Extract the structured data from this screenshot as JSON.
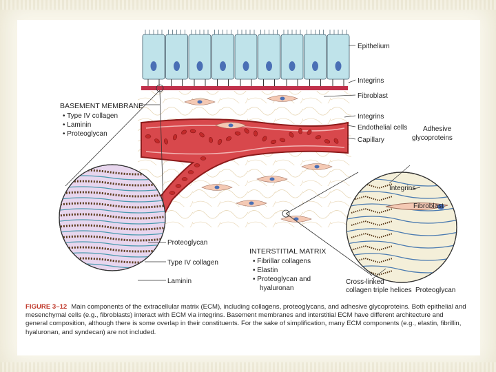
{
  "figure": {
    "labels": {
      "epithelium": "Epithelium",
      "integrins_top": "Integrins",
      "fibroblast_top": "Fibroblast",
      "integrins_mid": "Integrins",
      "endothelial": "Endothelial cells",
      "capillary": "Capillary",
      "adhesive_1": "Adhesive",
      "adhesive_2": "glycoproteins",
      "integrins_zoom": "Integrins",
      "fibroblast_zoom": "Fibroblast",
      "proteoglycan_left": "Proteoglycan",
      "type4_left": "Type IV collagen",
      "laminin_left": "Laminin",
      "crosslinked_1": "Cross-linked",
      "crosslinked_2": "collagen triple helices",
      "proteoglycan_right": "Proteoglycan"
    },
    "basement_membrane": {
      "title": "BASEMENT MEMBRANE",
      "items": [
        "• Type IV collagen",
        "• Laminin",
        "• Proteoglycan"
      ]
    },
    "interstitial_matrix": {
      "title": "INTERSTITIAL MATRIX",
      "items": [
        "• Fibrillar collagens",
        "• Elastin",
        "• Proteoglycan and",
        "hyaluronan"
      ]
    }
  },
  "caption": {
    "figure_label": "FIGURE 3–12",
    "text": "Main components of the extracellular matrix (ECM), including collagens, proteoglycans, and adhesive glycoproteins. Both epithelial and mesenchymal cells (e.g., fibroblasts) interact with ECM via integrins. Basement membranes and interstitial ECM have different architecture and general composition, although there is some overlap in their constituents. For the sake of simplification, many ECM components (e.g., elastin, fibrillin, hyaluronan, and syndecan) are not included."
  },
  "colors": {
    "epithelium": "#bfe3ea",
    "nucleus": "#4a6fb5",
    "basement": "#c0304a",
    "capillary": "#d8484c",
    "blood_cell": "#c22a2a",
    "fibroblast": "#f4c9b4",
    "caption_label": "#c0392b"
  }
}
